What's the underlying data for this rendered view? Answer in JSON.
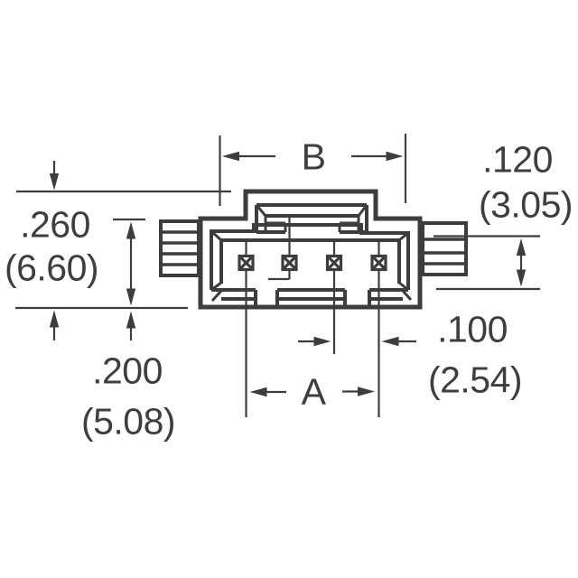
{
  "drawing": {
    "kind": "connector dimensional outline drawing",
    "pins": {
      "count": 4
    }
  },
  "colors": {
    "line": "#3d3d3d",
    "text": "#3e3e3e",
    "background": "#ffffff"
  },
  "dimensions": {
    "b": {
      "label": "B"
    },
    "a": {
      "label": "A"
    },
    "height_120": {
      "inch": ".120",
      "mm": "(3.05)"
    },
    "height_260": {
      "inch": ".260",
      "mm": "(6.60)"
    },
    "height_200": {
      "inch": ".200",
      "mm": "(5.08)"
    },
    "pitch_100": {
      "inch": ".100",
      "mm": "(2.54)"
    }
  }
}
